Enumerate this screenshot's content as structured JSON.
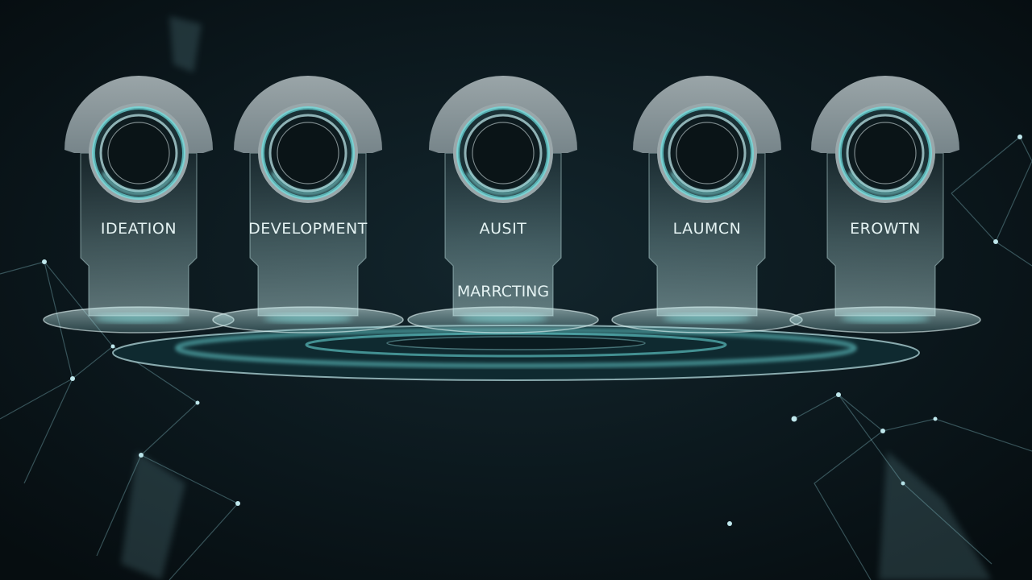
{
  "stages": [
    {
      "label": "IDEATION"
    },
    {
      "label": "DEVELOPMENT"
    },
    {
      "label": "AUSIT"
    },
    {
      "label": "LAUMCN"
    },
    {
      "label": "EROWTN"
    }
  ],
  "center_label": "MARRCTING",
  "colors": {
    "background": "#0b161b",
    "cap": "#8a9598",
    "glow": "#6fe3e3",
    "panel": "#9fc2c4",
    "network": "#8cc8d0",
    "text": "#e4f2f2"
  }
}
